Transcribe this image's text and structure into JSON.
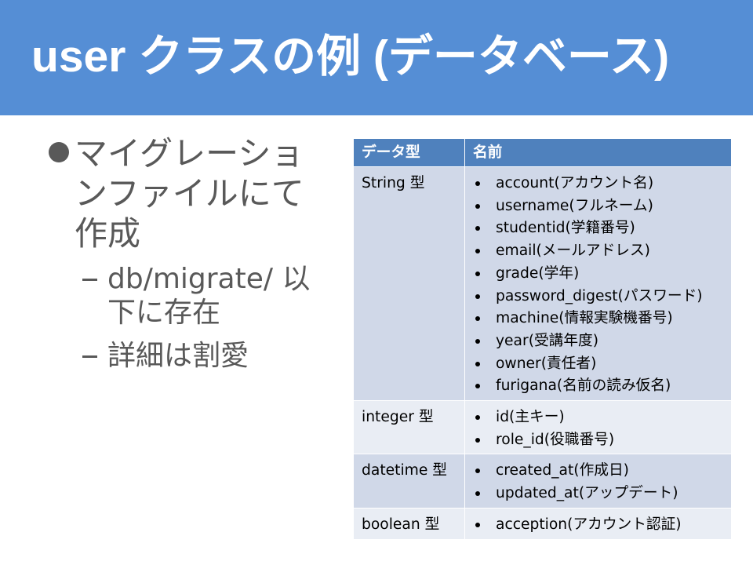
{
  "slide": {
    "title": "user クラスの例 (データベース)",
    "bullet": {
      "text": "マイグレーションファイルにて作成",
      "sub_bullets": [
        "db/migrate/ 以下に存在",
        "詳細は割愛"
      ]
    }
  },
  "table": {
    "headers": [
      "データ型",
      "名前"
    ],
    "rows": [
      {
        "type": "String 型",
        "names": [
          "account(アカウント名)",
          "username(フルネーム)",
          "studentid(学籍番号)",
          "email(メールアドレス)",
          "grade(学年)",
          "password_digest(パスワード)",
          "machine(情報実験機番号)",
          "year(受講年度)",
          "owner(責任者)",
          "furigana(名前の読み仮名)"
        ]
      },
      {
        "type": "integer 型",
        "names": [
          "id(主キー)",
          "role_id(役職番号)"
        ]
      },
      {
        "type": "datetime 型",
        "names": [
          "created_at(作成日)",
          "updated_at(アップデート)"
        ]
      },
      {
        "type": "boolean 型",
        "names": [
          "acception(アカウント認証)"
        ]
      }
    ]
  },
  "icons": {
    "main_bullet": "filled-circle-bullet-icon",
    "sub_bullet": "en-dash-bullet-icon",
    "table_bullet": "dot-bullet-icon"
  },
  "colors": {
    "title_bar": "#558ED5",
    "title_text": "#FFFFFF",
    "body_text": "#595959",
    "table_header": "#4F81BD",
    "table_header_text": "#FFFFFF",
    "table_row_band1": "#D0D8E8",
    "table_row_band2": "#E9EDF4",
    "table_text": "#000000"
  }
}
